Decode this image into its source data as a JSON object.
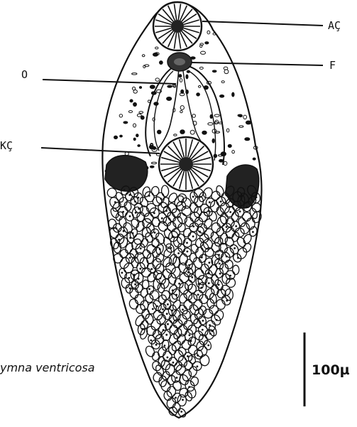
{
  "figure": {
    "labels": {
      "ac": "AÇ",
      "f": "F",
      "o": "O",
      "kc": "KÇ"
    },
    "species_name": "ymna ventricosa",
    "scale_bar_label": "100µ"
  },
  "colors": {
    "ink": "#111111",
    "background": "#ffffff"
  }
}
